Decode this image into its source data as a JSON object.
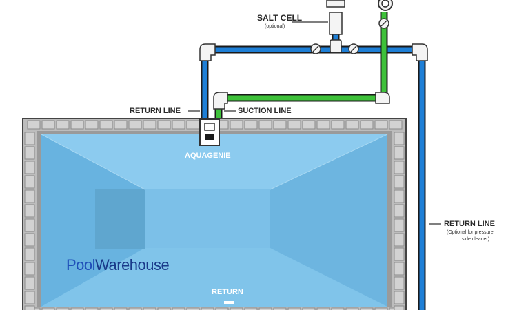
{
  "labels": {
    "salt_cell": "SALT CELL",
    "salt_cell_note": "(optional)",
    "return_line_top": "RETURN LINE",
    "suction_line": "SUCTION LINE",
    "aquagenie": "AQUAGENIE",
    "return_line_right": "RETURN LINE",
    "return_line_right_note_1": "(Optional for pressure",
    "return_line_right_note_2": "side cleaner)",
    "return_bottom": "RETURN"
  },
  "brand": {
    "part1": "Pool",
    "part2": "Warehouse",
    "color1": "#1f4fb8",
    "color2": "#1a3a8a"
  },
  "colors": {
    "return_pipe": "#1e7fd6",
    "suction_pipe": "#3ec13a",
    "pipe_outline": "#1a1a1a",
    "water": "#6fb7e0",
    "coping": "#c9c9c9",
    "label_text": "#2a2a2a"
  }
}
